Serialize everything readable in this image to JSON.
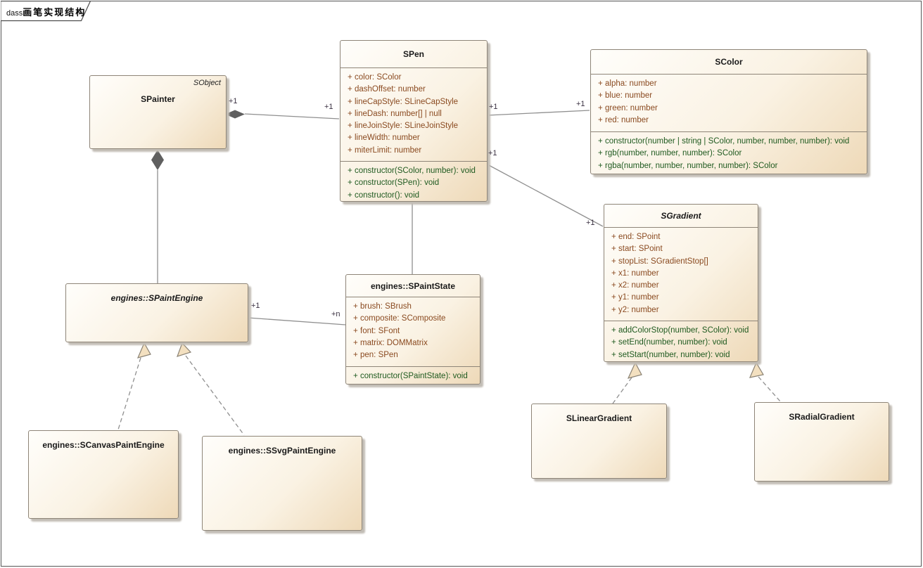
{
  "frame": {
    "keyword": "dass",
    "name": "画笔实现结构"
  },
  "classes": [
    {
      "id": "spainter",
      "name": "SPainter",
      "corner_label": "SObject",
      "name_italic": false,
      "attributes": [],
      "methods": []
    },
    {
      "id": "spen",
      "name": "SPen",
      "name_italic": false,
      "attributes": [
        {
          "vis": "+",
          "sig": "color: SColor"
        },
        {
          "vis": "+",
          "sig": "dashOffset: number"
        },
        {
          "vis": "+",
          "sig": "lineCapStyle: SLineCapStyle"
        },
        {
          "vis": "+",
          "sig": "lineDash: number[] | null"
        },
        {
          "vis": "+",
          "sig": "lineJoinStyle: SLineJoinStyle"
        },
        {
          "vis": "+",
          "sig": "lineWidth: number"
        },
        {
          "vis": "+",
          "sig": "miterLimit: number"
        }
      ],
      "methods": [
        {
          "vis": "+",
          "sig": "constructor(SColor, number): void"
        },
        {
          "vis": "+",
          "sig": "constructor(SPen): void"
        },
        {
          "vis": "+",
          "sig": "constructor(): void"
        }
      ]
    },
    {
      "id": "scolor",
      "name": "SColor",
      "name_italic": false,
      "attributes": [
        {
          "vis": "+",
          "sig": "alpha: number"
        },
        {
          "vis": "+",
          "sig": "blue: number"
        },
        {
          "vis": "+",
          "sig": "green: number"
        },
        {
          "vis": "+",
          "sig": "red: number"
        }
      ],
      "methods": [
        {
          "vis": "+",
          "sig": "constructor(number | string | SColor, number, number, number): void"
        },
        {
          "vis": "+",
          "sig": "rgb(number, number, number): SColor"
        },
        {
          "vis": "+",
          "sig": "rgba(number, number, number, number): SColor"
        }
      ]
    },
    {
      "id": "sgradient",
      "name": "SGradient",
      "name_italic": true,
      "attributes": [
        {
          "vis": "+",
          "sig": "end: SPoint"
        },
        {
          "vis": "+",
          "sig": "start: SPoint"
        },
        {
          "vis": "+",
          "sig": "stopList: SGradientStop[]"
        },
        {
          "vis": "+",
          "sig": "x1: number"
        },
        {
          "vis": "+",
          "sig": "x2: number"
        },
        {
          "vis": "+",
          "sig": "y1: number"
        },
        {
          "vis": "+",
          "sig": "y2: number"
        }
      ],
      "methods": [
        {
          "vis": "+",
          "sig": "addColorStop(number, SColor): void"
        },
        {
          "vis": "+",
          "sig": "setEnd(number, number): void"
        },
        {
          "vis": "+",
          "sig": "setStart(number, number): void"
        }
      ]
    },
    {
      "id": "spaintengine",
      "name": "engines::SPaintEngine",
      "name_italic": true,
      "attributes": [],
      "methods": []
    },
    {
      "id": "spaintstate",
      "name": "engines::SPaintState",
      "name_italic": false,
      "attributes": [
        {
          "vis": "+",
          "sig": "brush: SBrush"
        },
        {
          "vis": "+",
          "sig": "composite: SComposite"
        },
        {
          "vis": "+",
          "sig": "font: SFont"
        },
        {
          "vis": "+",
          "sig": "matrix: DOMMatrix"
        },
        {
          "vis": "+",
          "sig": "pen: SPen"
        }
      ],
      "methods": [
        {
          "vis": "+",
          "sig": "constructor(SPaintState): void"
        }
      ]
    },
    {
      "id": "scanvaspaintengine",
      "name": "engines::SCanvasPaintEngine",
      "name_italic": false,
      "attributes": [],
      "methods": []
    },
    {
      "id": "ssvgpaintengine",
      "name": "engines::SSvgPaintEngine",
      "name_italic": false,
      "attributes": [],
      "methods": []
    },
    {
      "id": "slineargradient",
      "name": "SLinearGradient",
      "name_italic": false,
      "attributes": [],
      "methods": []
    },
    {
      "id": "sradialgradient",
      "name": "SRadialGradient",
      "name_italic": false,
      "attributes": [],
      "methods": []
    }
  ],
  "connectors": [
    {
      "id": "painter-pen",
      "type": "composition",
      "source": "SPainter",
      "target": "SPen",
      "source_label": "+1",
      "target_label": "+1"
    },
    {
      "id": "pen-color",
      "type": "association",
      "source": "SPen",
      "target": "SColor",
      "source_label": "+1",
      "target_label": "+1"
    },
    {
      "id": "pen-gradient",
      "type": "association",
      "source": "SPen",
      "target": "SGradient",
      "source_label": "+1",
      "target_label": "+1"
    },
    {
      "id": "painter-engine",
      "type": "composition",
      "source": "SPainter",
      "target": "engines::SPaintEngine"
    },
    {
      "id": "engine-state",
      "type": "association",
      "source": "engines::SPaintEngine",
      "target": "engines::SPaintState",
      "source_label": "+1",
      "target_label": "+n"
    },
    {
      "id": "pen-state",
      "type": "association",
      "source": "SPen",
      "target": "engines::SPaintState"
    },
    {
      "id": "canvasengine-engine",
      "type": "realization",
      "source": "engines::SCanvasPaintEngine",
      "target": "engines::SPaintEngine"
    },
    {
      "id": "svgengine-engine",
      "type": "realization",
      "source": "engines::SSvgPaintEngine",
      "target": "engines::SPaintEngine"
    },
    {
      "id": "linear-gradient",
      "type": "realization",
      "source": "SLinearGradient",
      "target": "SGradient"
    },
    {
      "id": "radial-gradient",
      "type": "realization",
      "source": "SRadialGradient",
      "target": "SGradient"
    }
  ],
  "colors": {
    "attribute_text": "#8a4a20",
    "method_text": "#1f5a1f",
    "class_border": "#8e8578",
    "class_fill_light": "#fffefb",
    "class_fill_dark": "#eed9b8",
    "connector_line": "#8f8f8f",
    "composition_diamond": "#5f5f5f",
    "realization_triangle_fill": "#f3e0c0",
    "multiplicity_text": "#3a3142"
  }
}
